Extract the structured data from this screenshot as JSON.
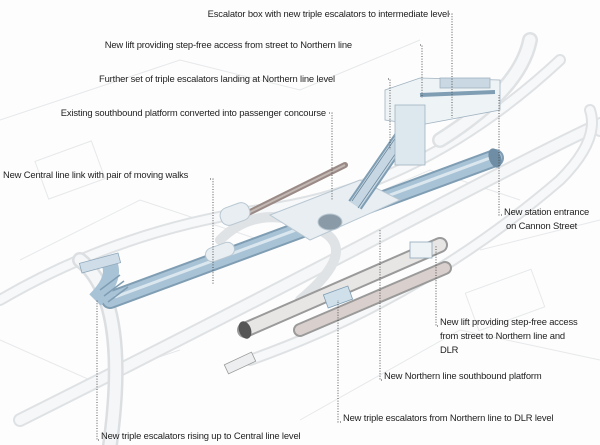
{
  "labels": {
    "escalator_box": "Escalator box with new triple escalators to intermediate level",
    "lift_northern": "New lift providing step-free access from street to Northern line",
    "further_escalators": "Further set of triple escalators landing at Northern line level",
    "existing_platform": "Existing southbound platform converted into passenger concourse",
    "central_link": "New Central line link with pair of moving walks",
    "station_entrance": [
      "New station entrance",
      "on Cannon Street"
    ],
    "lift_dlr": [
      "New lift providing step-free access",
      "from street to Northern line and",
      "DLR"
    ],
    "northern_platform": "New Northern line southbound platform",
    "escalators_dlr": "New triple escalators from Northern line to DLR level",
    "escalators_central": "New triple escalators rising up to Central line level"
  },
  "colors": {
    "tunnel_blue": "#a9c3d6",
    "tunnel_dark": "#7f9db3",
    "structure_grey": "#d9dde0",
    "leader": "#444444",
    "platform_brown": "#9a8a86"
  }
}
